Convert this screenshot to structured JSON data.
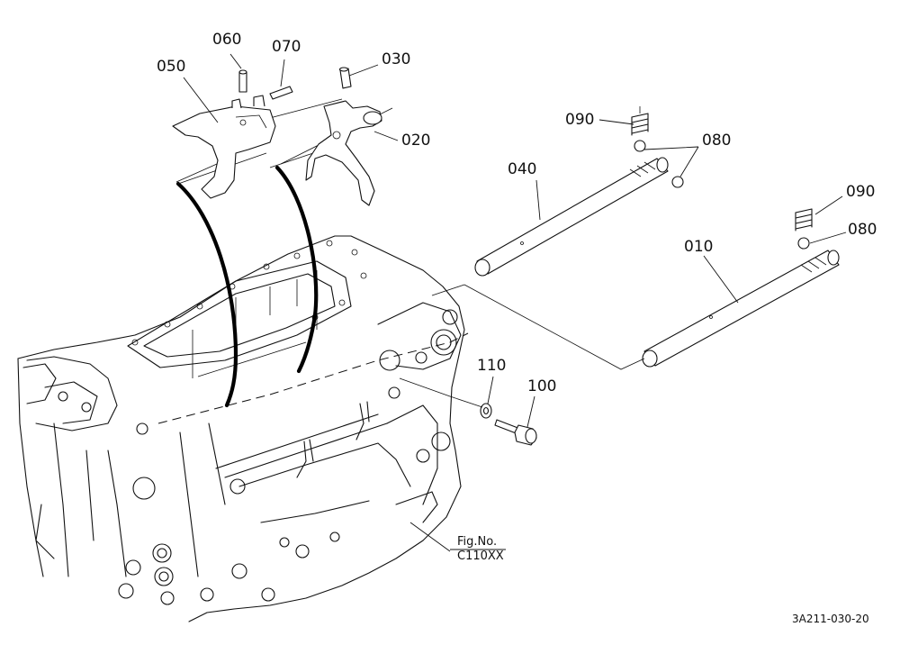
{
  "diagram": {
    "callouts": {
      "p010": "010",
      "p020": "020",
      "p030": "030",
      "p040": "040",
      "p050": "050",
      "p060": "060",
      "p070": "070",
      "p080_top": "080",
      "p080_bottom": "080",
      "p090_top": "090",
      "p090_bottom": "090",
      "p100": "100",
      "p110": "110"
    },
    "fig_reference": {
      "prefix": "Fig.No.",
      "number": "C110XX"
    },
    "drawing_id": "3A211-030-20"
  }
}
